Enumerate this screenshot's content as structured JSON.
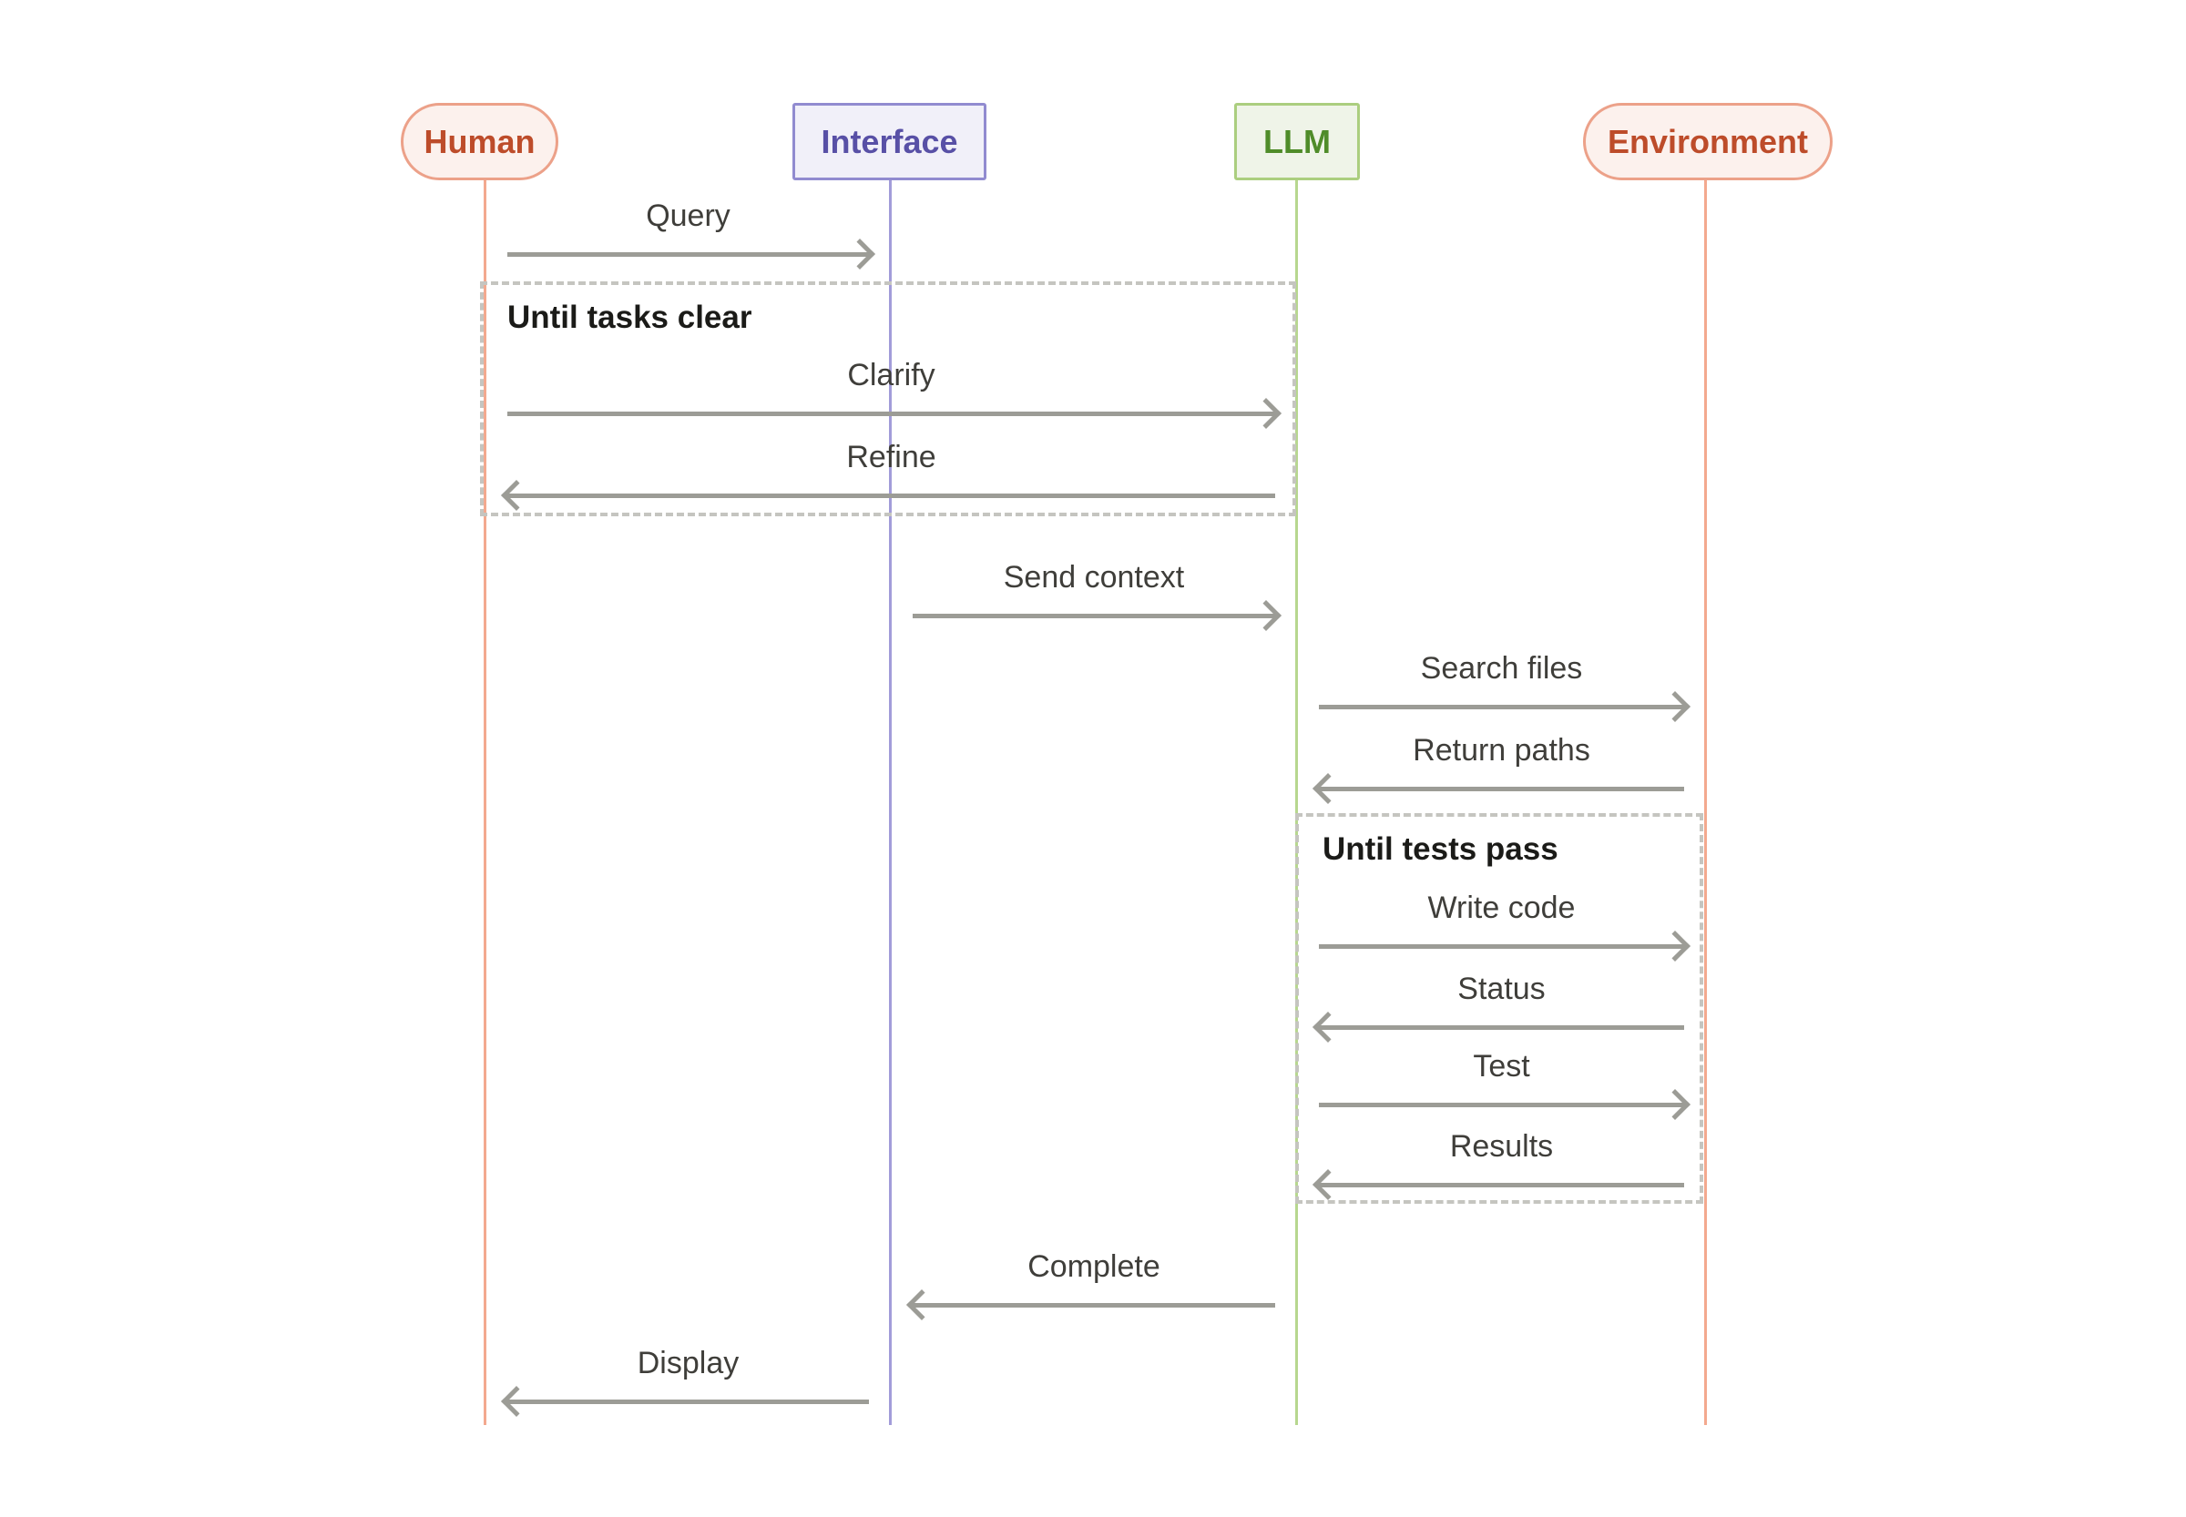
{
  "diagram": {
    "type": "sequence-diagram",
    "background_color": "#ffffff",
    "arrow_color": "#9c9c96",
    "message_text_color": "#3f3e3a",
    "loop_border_color": "#c5c5c0",
    "loop_title_color": "#1b1b18",
    "actors": [
      {
        "label": "Human",
        "shape": "stadium",
        "text_color": "#bd4c2a",
        "border_color": "#eca189",
        "fill_color": "#fcf1ed",
        "lifeline_color": "#f3a98f"
      },
      {
        "label": "Interface",
        "shape": "rectangle",
        "text_color": "#5850a6",
        "border_color": "#918bd0",
        "fill_color": "#f1f0f9",
        "lifeline_color": "#a29cd9"
      },
      {
        "label": "LLM",
        "shape": "rectangle",
        "text_color": "#4f8c29",
        "border_color": "#abce7f",
        "fill_color": "#eff4e8",
        "lifeline_color": "#b7d78f"
      },
      {
        "label": "Environment",
        "shape": "stadium",
        "text_color": "#bd4c2a",
        "border_color": "#eca189",
        "fill_color": "#fcf1ed",
        "lifeline_color": "#f3a98f"
      }
    ],
    "loops": [
      {
        "title": "Until tasks clear",
        "between": [
          "Human",
          "LLM"
        ],
        "messages": [
          "Clarify",
          "Refine"
        ]
      },
      {
        "title": "Until tests pass",
        "between": [
          "LLM",
          "Environment"
        ],
        "messages": [
          "Write code",
          "Status",
          "Test",
          "Results"
        ]
      }
    ],
    "messages": [
      {
        "label": "Query",
        "from": "Human",
        "to": "Interface",
        "direction": "right"
      },
      {
        "label": "Clarify",
        "from": "Human",
        "to": "LLM",
        "direction": "right"
      },
      {
        "label": "Refine",
        "from": "LLM",
        "to": "Human",
        "direction": "left"
      },
      {
        "label": "Send context",
        "from": "Interface",
        "to": "LLM",
        "direction": "right"
      },
      {
        "label": "Search files",
        "from": "LLM",
        "to": "Environment",
        "direction": "right"
      },
      {
        "label": "Return paths",
        "from": "Environment",
        "to": "LLM",
        "direction": "left"
      },
      {
        "label": "Write code",
        "from": "LLM",
        "to": "Environment",
        "direction": "right"
      },
      {
        "label": "Status",
        "from": "Environment",
        "to": "LLM",
        "direction": "left"
      },
      {
        "label": "Test",
        "from": "LLM",
        "to": "Environment",
        "direction": "right"
      },
      {
        "label": "Results",
        "from": "Environment",
        "to": "LLM",
        "direction": "left"
      },
      {
        "label": "Complete",
        "from": "LLM",
        "to": "Interface",
        "direction": "left"
      },
      {
        "label": "Display",
        "from": "Interface",
        "to": "Human",
        "direction": "left"
      }
    ]
  }
}
